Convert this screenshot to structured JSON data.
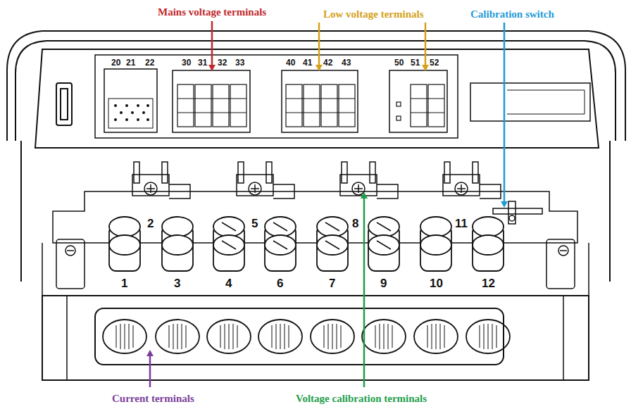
{
  "diagram": {
    "labels": [
      "Mains voltage terminals",
      "Low voltage terminals",
      "Calibration switch",
      "20",
      "21",
      "22",
      "30",
      "31",
      "32",
      "33",
      "40",
      "41",
      "42",
      "43",
      "50",
      "51",
      "52",
      "2",
      "5",
      "8",
      "11",
      "1",
      "3",
      "4",
      "6",
      "7",
      "9",
      "10",
      "12",
      "Current terminals",
      "Voltage calibration terminals"
    ]
  }
}
